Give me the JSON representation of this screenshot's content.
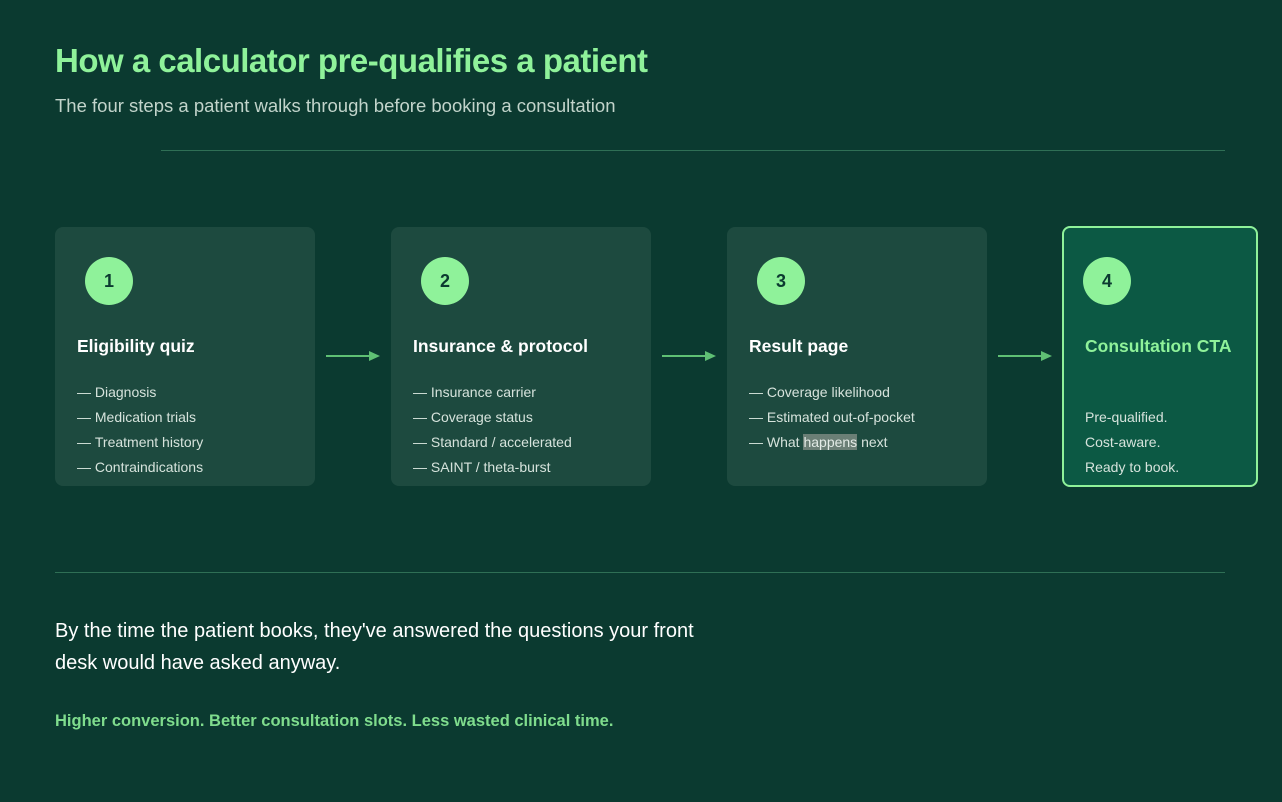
{
  "header": {
    "title": "How a calculator pre-qualifies a patient",
    "subtitle": "The four steps a patient walks through before booking a consultation"
  },
  "steps": [
    {
      "number": "1",
      "title": "Eligibility quiz",
      "items": [
        "Diagnosis",
        "Medication trials",
        "Treatment history",
        "Contraindications"
      ]
    },
    {
      "number": "2",
      "title": "Insurance & protocol",
      "items": [
        "Insurance carrier",
        "Coverage status",
        "Standard / accelerated",
        "SAINT / theta-burst"
      ]
    },
    {
      "number": "3",
      "title": "Result page",
      "items": [
        "Coverage likelihood",
        "Estimated out-of-pocket"
      ],
      "last_item": {
        "prefix": "What ",
        "highlight": "happens",
        "suffix": " next"
      }
    },
    {
      "number": "4",
      "title": "Consultation CTA",
      "items": [
        "Pre-qualified.",
        "Cost-aware.",
        "Ready to book."
      ]
    }
  ],
  "footer": {
    "statement": "By the time the patient books, they've answered the questions your front desk would have asked anyway.",
    "tagline": "Higher conversion. Better consultation slots. Less wasted clinical time."
  },
  "colors": {
    "background": "#0b3a30",
    "accent": "#8ff29a",
    "card": "#1d4a3f",
    "card_highlight": "#0c5944",
    "arrow": "#5fc074"
  }
}
